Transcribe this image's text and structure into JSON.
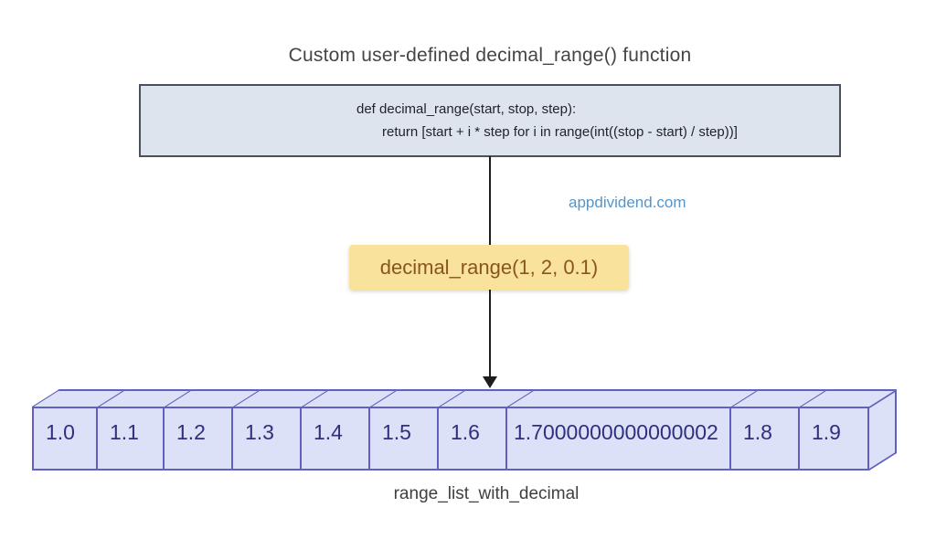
{
  "title": "Custom user-defined decimal_range() function",
  "code_box": {
    "line1": "def decimal_range(start, stop, step):",
    "line2": "return [start + i * step for i in range(int((stop - start) / step))]"
  },
  "watermark": "appdividend.com",
  "call": {
    "label": "decimal_range(1, 2, 0.1)"
  },
  "array": {
    "label": "range_list_with_decimal",
    "values": [
      "1.0",
      "1.1",
      "1.2",
      "1.3",
      "1.4",
      "1.5",
      "1.6",
      "1.7000000000000002",
      "1.8",
      "1.9"
    ]
  },
  "colors": {
    "heading_text": "#454545",
    "code_box_fill": "#dee4ee",
    "code_box_border": "#4a515c",
    "call_box_fill": "#f9e39c",
    "call_text": "#8a551c",
    "watermark": "#5794c7",
    "array_cell_fill": "#dce1f7",
    "array_cell_border": "#6060c0",
    "array_cell_text": "#2f2f80",
    "connector": "#1d1d1d"
  }
}
